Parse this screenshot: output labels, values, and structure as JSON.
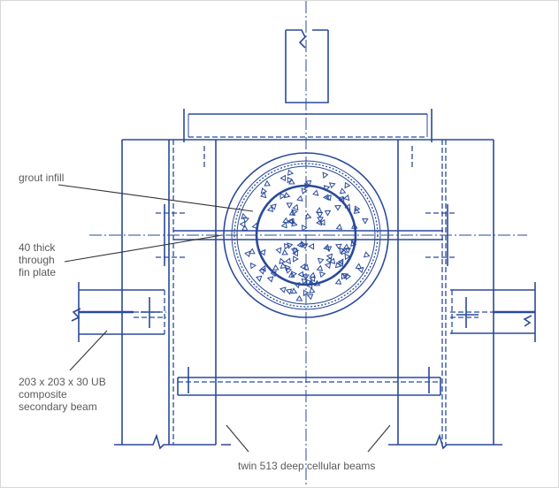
{
  "labels": {
    "grout": "grout infill",
    "fin_plate": [
      "40 thick",
      "through",
      "fin plate"
    ],
    "secondary_beam": [
      "203 x 203 x 30 UB",
      "composite",
      "secondary beam"
    ],
    "cellular_beams": "twin 513 deep cellular beams"
  },
  "colors": {
    "line": "#2a4a9a",
    "leader": "#333333",
    "text": "#5a5a5a"
  }
}
